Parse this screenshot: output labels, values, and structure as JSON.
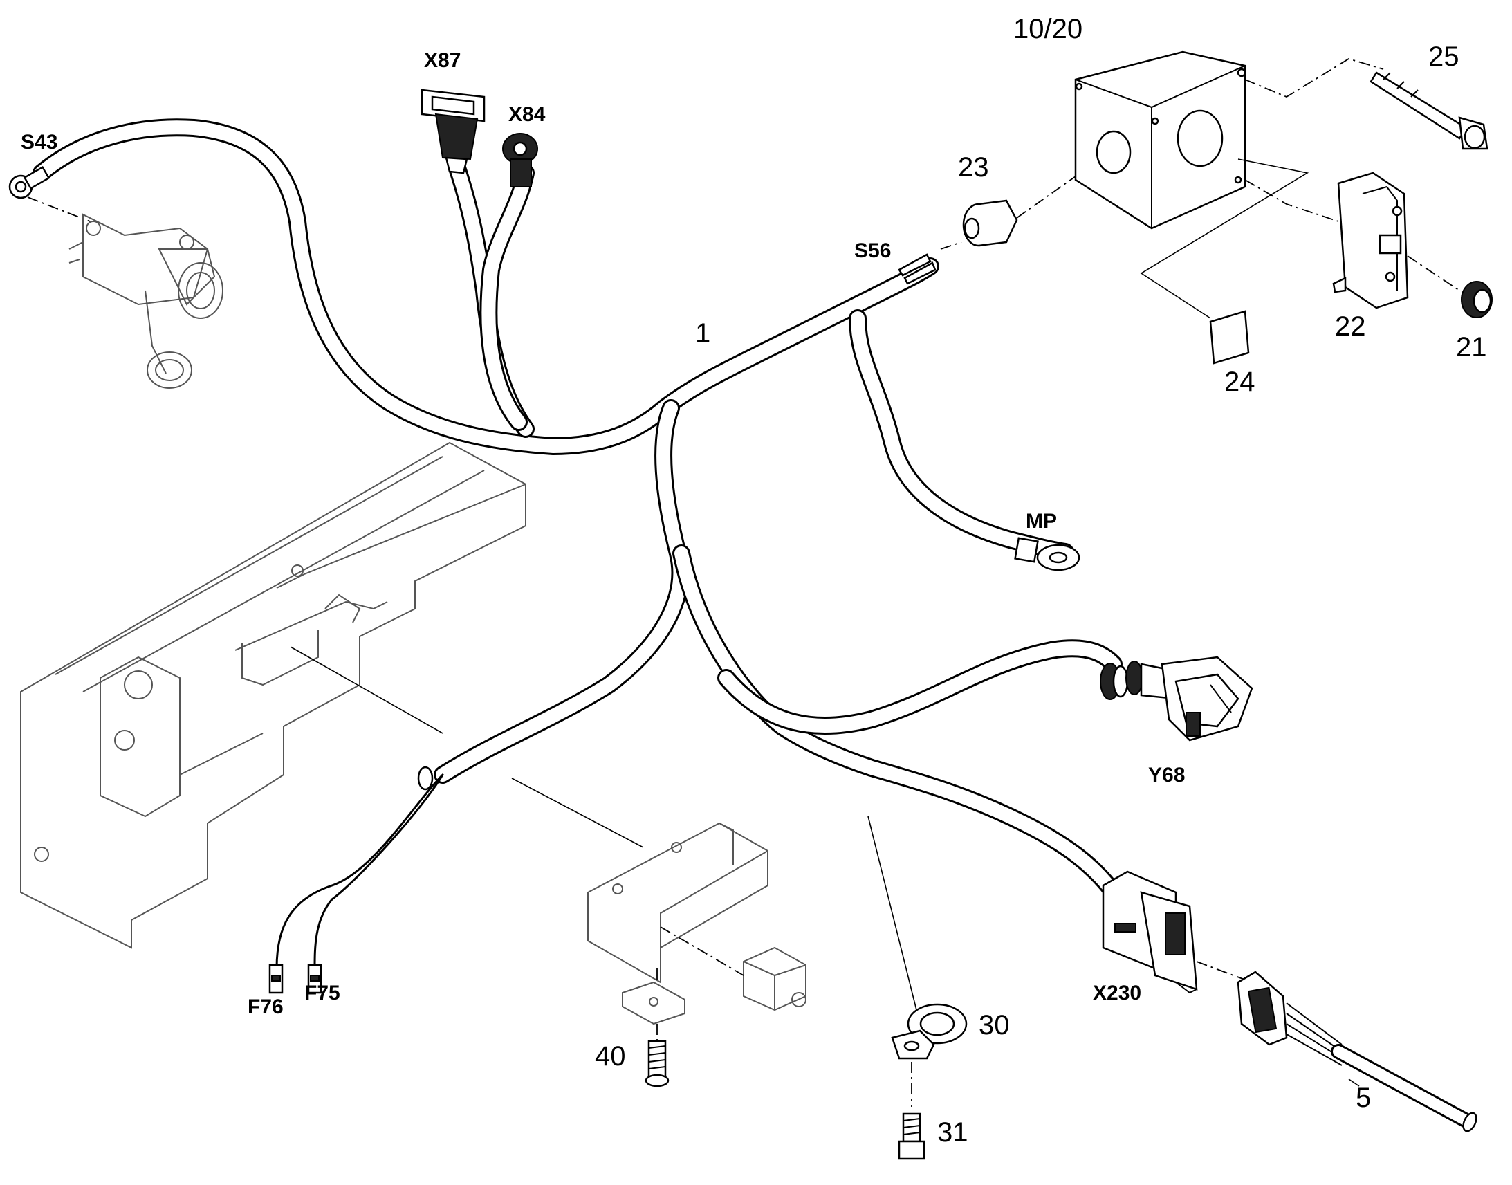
{
  "labels": {
    "housing": "10/20",
    "bolt": "25",
    "gland": "23",
    "switch_holder": "22",
    "cap": "21",
    "label_plate": "24",
    "harness": "1",
    "cable": "5",
    "clamp": "30",
    "clamp_screw": "31",
    "bracket_screw": "40"
  },
  "connectors": {
    "s43": "S43",
    "x87": "X87",
    "x84": "X84",
    "s56": "S56",
    "mp": "MP",
    "y68": "Y68",
    "x230": "X230",
    "f76": "F76",
    "f75": "F75"
  }
}
